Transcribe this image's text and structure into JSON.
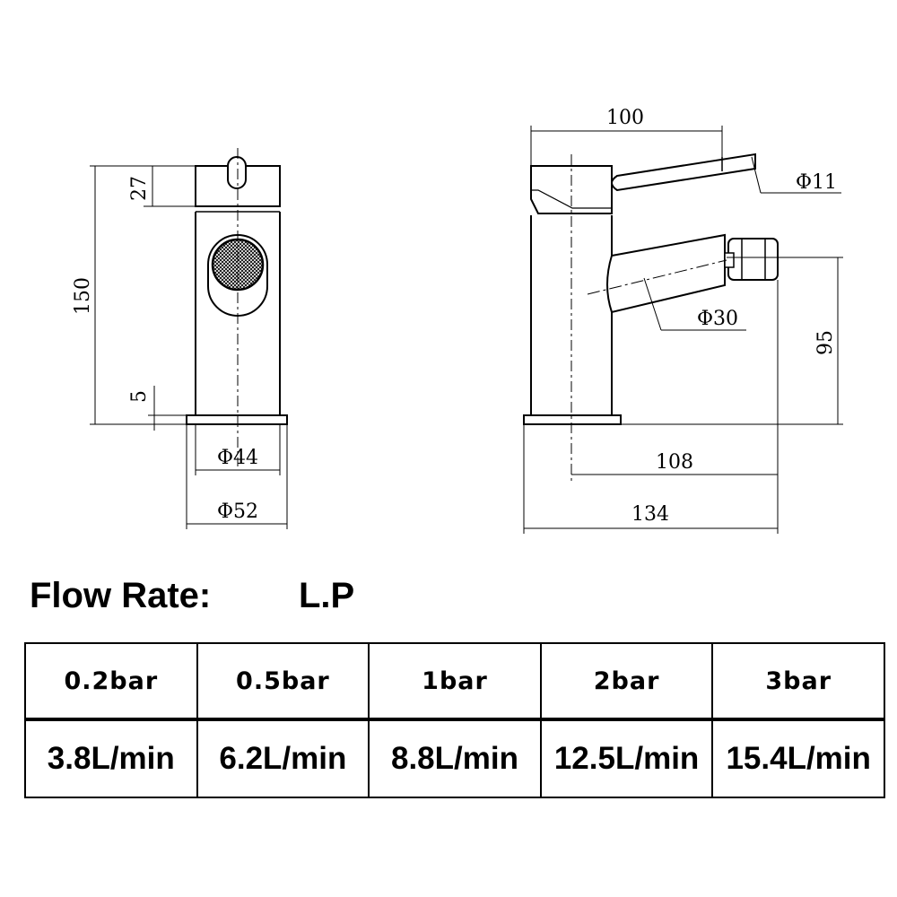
{
  "drawing": {
    "front_view": {
      "dim_total_height": "150",
      "dim_handle_height": "27",
      "dim_base_height": "5",
      "dim_body_diameter": "Φ44",
      "dim_base_diameter": "Φ52"
    },
    "side_view": {
      "dim_handle_reach": "100",
      "dim_handle_diameter": "Φ11",
      "dim_spout_diameter": "Φ30",
      "dim_spout_height": "95",
      "dim_spout_reach": "108",
      "dim_total_depth": "134"
    }
  },
  "flow": {
    "title": "Flow Rate:",
    "pressure_type": "L.P",
    "pressures": [
      "0.2bar",
      "0.5bar",
      "1bar",
      "2bar",
      "3bar"
    ],
    "rates": [
      "3.8L/min",
      "6.2L/min",
      "8.8L/min",
      "12.5L/min",
      "15.4L/min"
    ]
  }
}
